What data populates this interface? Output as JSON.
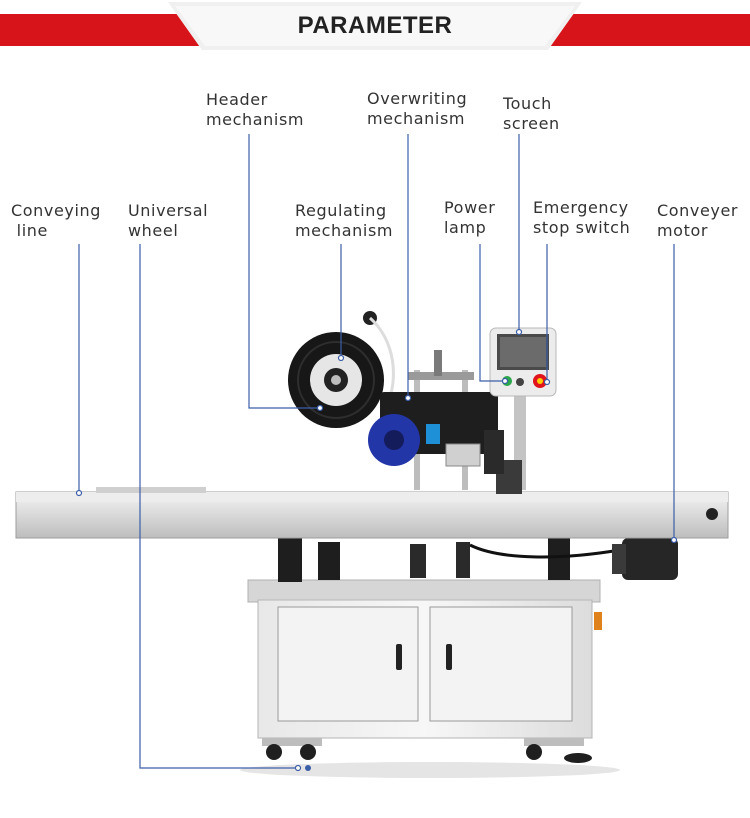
{
  "header": {
    "title": "PARAMETER"
  },
  "labels": {
    "header_mechanism": "Header\nmechanism",
    "overwriting_mechanism": "Overwriting\nmechanism",
    "touch_screen": "Touch\nscreen",
    "conveying_line": "Conveying\n line",
    "universal_wheel": "Universal\nwheel",
    "regulating_mechanism": "Regulating\nmechanism",
    "power_lamp": "Power\nlamp",
    "emergency_stop_switch": "Emergency\nstop switch",
    "conveyer_motor": "Conveyer\nmotor"
  },
  "colors": {
    "banner_red": "#d7141a",
    "leader_line": "#3b5ea8",
    "label_text": "#333333"
  }
}
